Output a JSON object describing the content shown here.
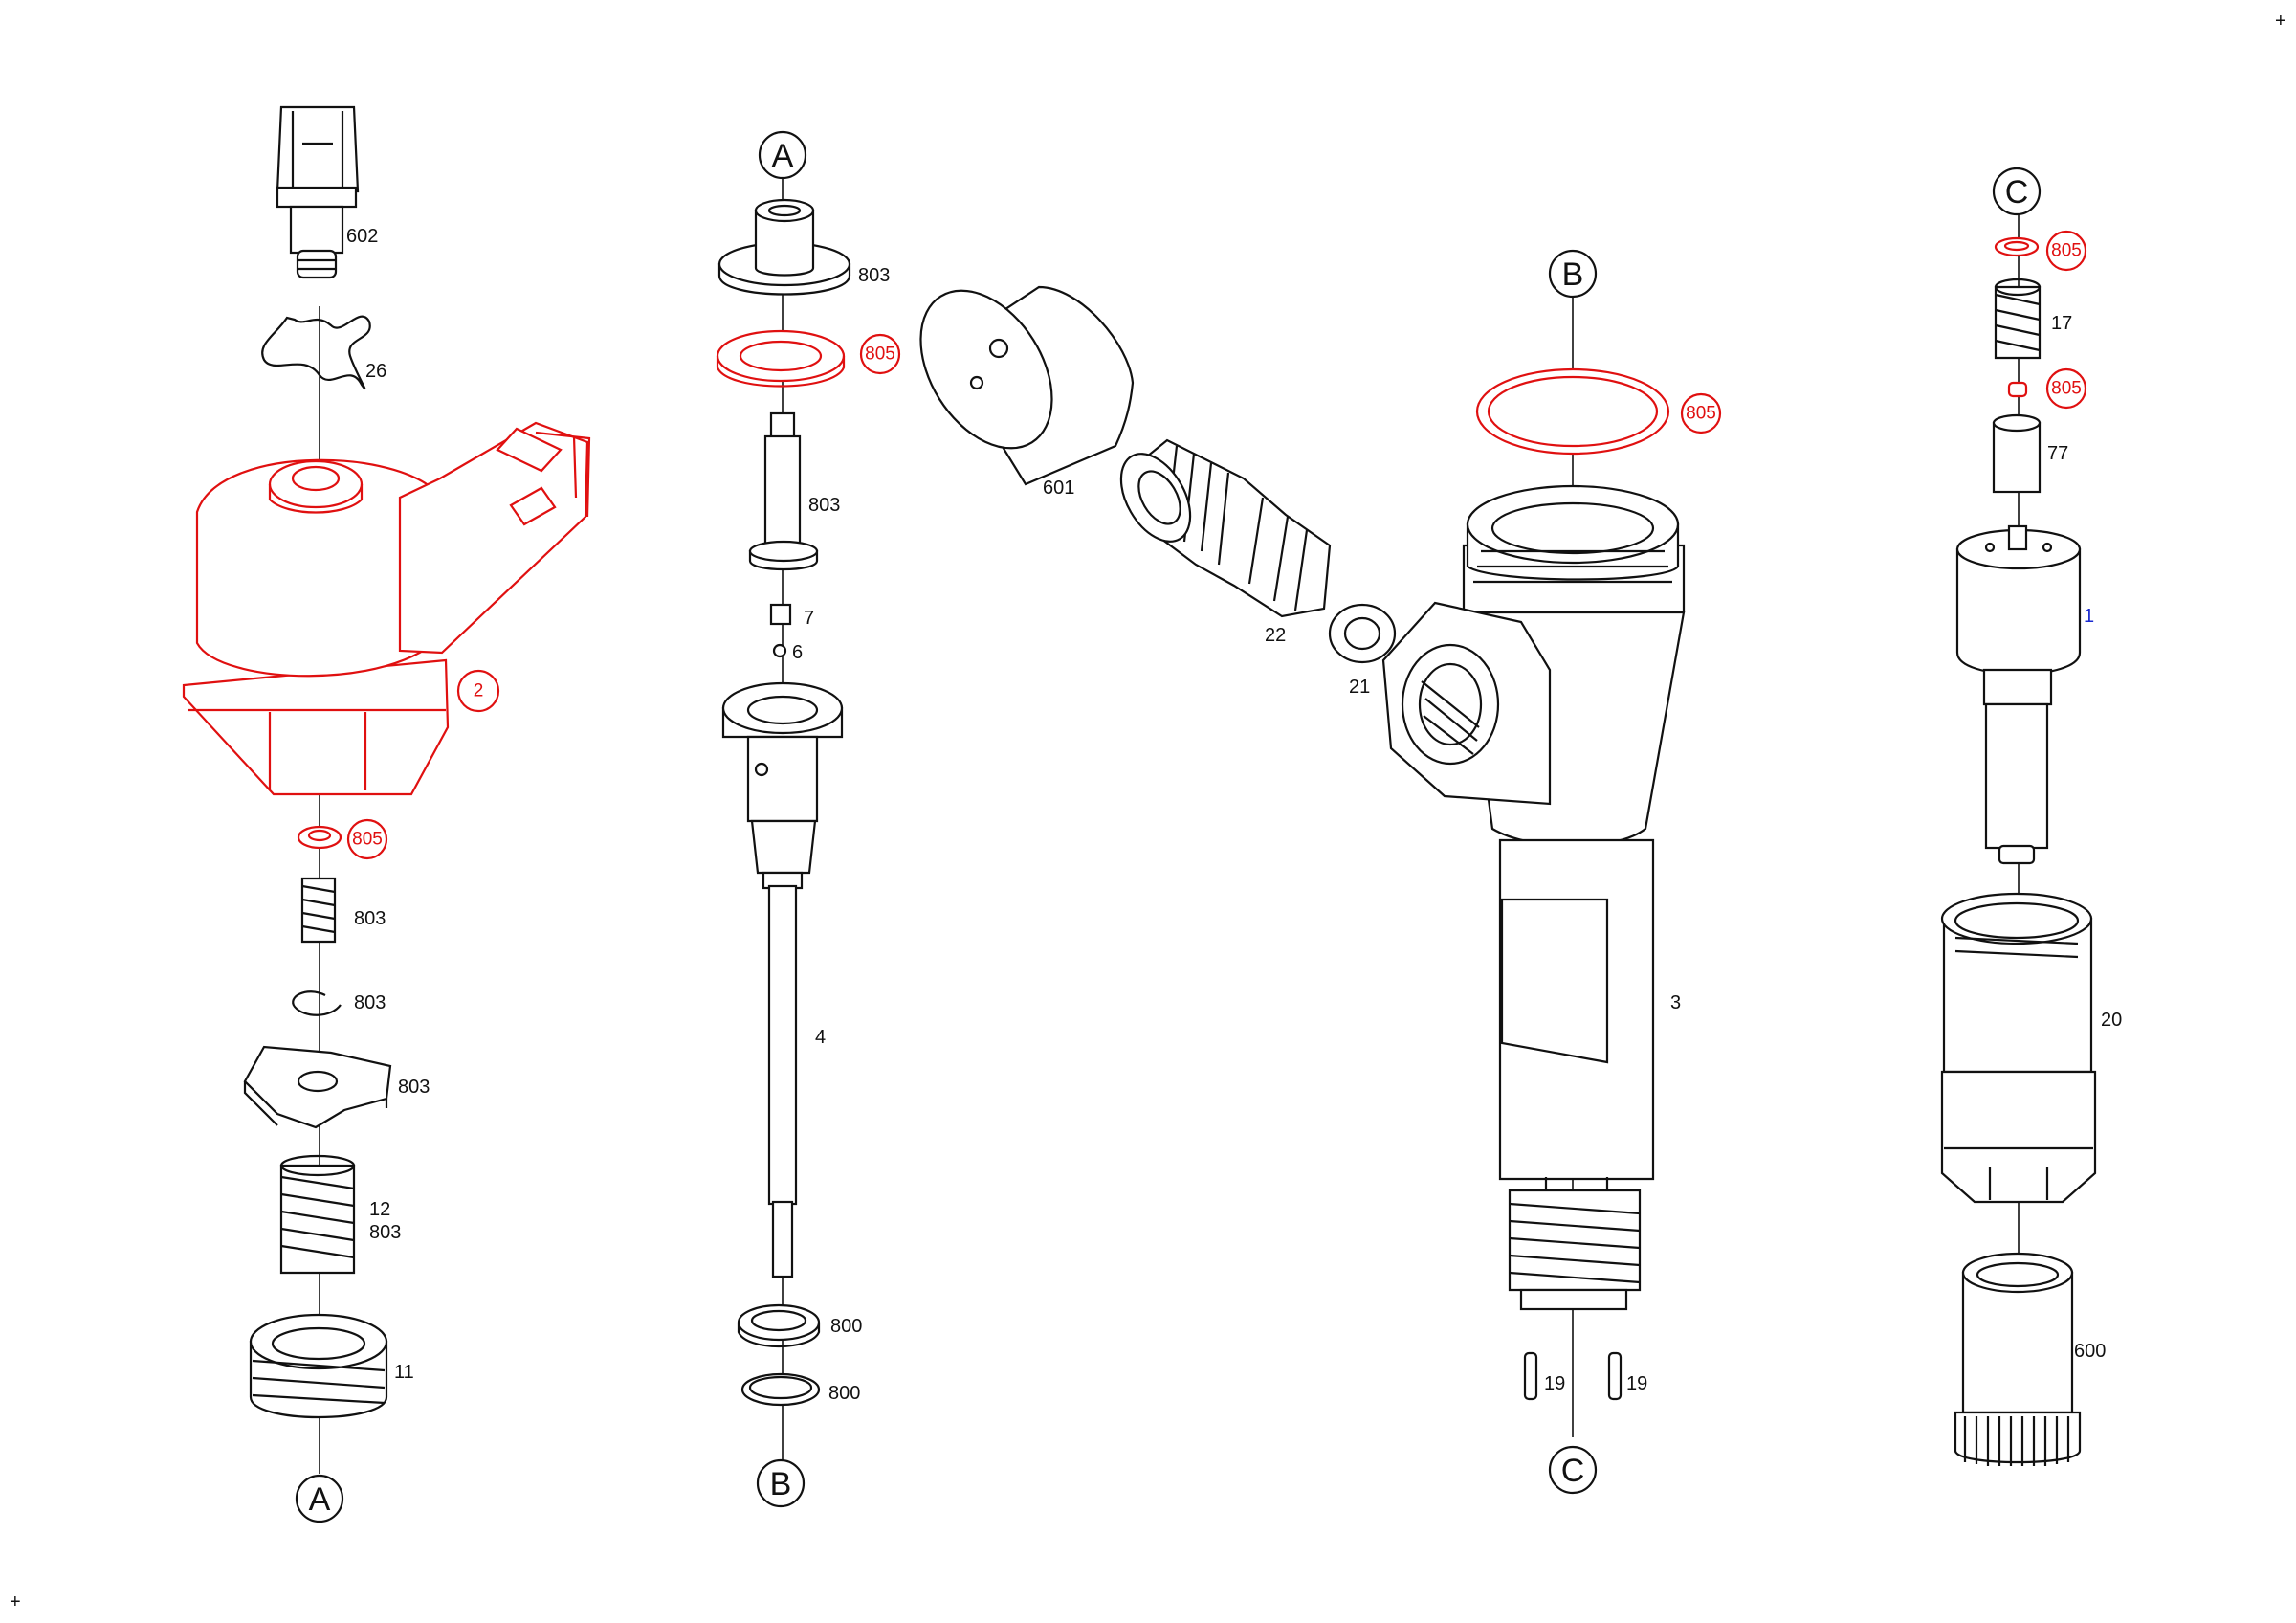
{
  "colors": {
    "line": "#111111",
    "highlight": "#e01010",
    "link": "#1a2ad0"
  },
  "connectors": {
    "a": "A",
    "b": "B",
    "c": "C"
  },
  "labels": {
    "l602": "602",
    "l26": "26",
    "l2": "2",
    "l805": "805",
    "l803": "803",
    "l12": "12",
    "l11": "11",
    "l7": "7",
    "l6": "6",
    "l4": "4",
    "l800": "800",
    "l601": "601",
    "l22": "22",
    "l21": "21",
    "l3": "3",
    "l19": "19",
    "l17": "17",
    "l77": "77",
    "l1": "1",
    "l20": "20",
    "l600": "600"
  }
}
